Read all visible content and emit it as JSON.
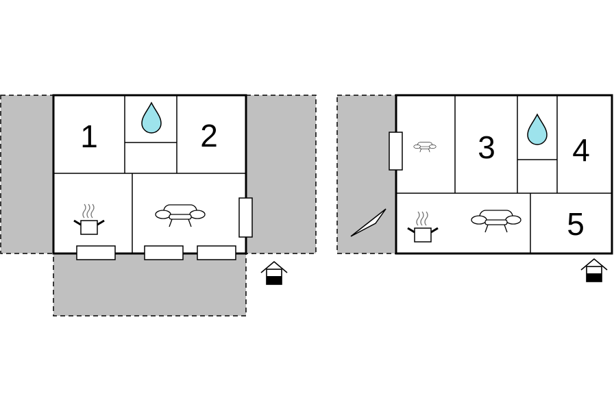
{
  "floor_plans": [
    {
      "rooms": [
        {
          "label": "1",
          "type": "bedroom"
        },
        {
          "label": "2",
          "type": "bedroom"
        },
        {
          "label": "",
          "type": "bathroom",
          "icon": "water-drop-icon"
        },
        {
          "label": "",
          "type": "kitchen",
          "icon": "cooking-pot-icon"
        },
        {
          "label": "",
          "type": "living-room",
          "icon": "sofa-icon"
        }
      ],
      "entrance_icon": "house-entrance-icon",
      "terrace": true
    },
    {
      "rooms": [
        {
          "label": "",
          "type": "sitting-area",
          "icon": "sofa-icon"
        },
        {
          "label": "3",
          "type": "bedroom"
        },
        {
          "label": "",
          "type": "bathroom",
          "icon": "water-drop-icon"
        },
        {
          "label": "4",
          "type": "bedroom"
        },
        {
          "label": "",
          "type": "kitchen-living",
          "icon": "cooking-pot-icon"
        },
        {
          "label": "5",
          "type": "bedroom"
        }
      ],
      "entrance_icon": "house-entrance-icon",
      "terrace": true,
      "compass_icon": "direction-pointer-icon"
    }
  ],
  "colors": {
    "wall": "#000000",
    "terrace": "#c0c0c0",
    "water": "#9de3ec",
    "background": "#ffffff"
  }
}
